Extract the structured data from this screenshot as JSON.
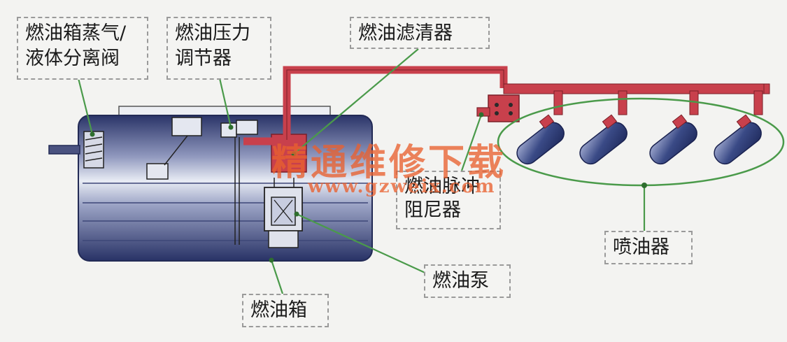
{
  "labels": {
    "vapor_valve_line1": "燃油箱蒸气/",
    "vapor_valve_line2": "液体分离阀",
    "regulator_line1": "燃油压力",
    "regulator_line2": "调节器",
    "filter": "燃油滤清器",
    "damper_line1": "燃油脉冲",
    "damper_line2": "阻尼器",
    "injectors": "喷油器",
    "pump": "燃油泵",
    "tank": "燃油箱"
  },
  "watermark": {
    "title": "精通维修下载",
    "url": "www.gzweix.com"
  },
  "colors": {
    "fuel_line": "#c8404c",
    "tank_dark": "#2a3468",
    "tank_light": "#e8ecf4",
    "leader_line": "#4a9a4a",
    "injector": "#3a4a86",
    "watermark": "#e86030"
  }
}
